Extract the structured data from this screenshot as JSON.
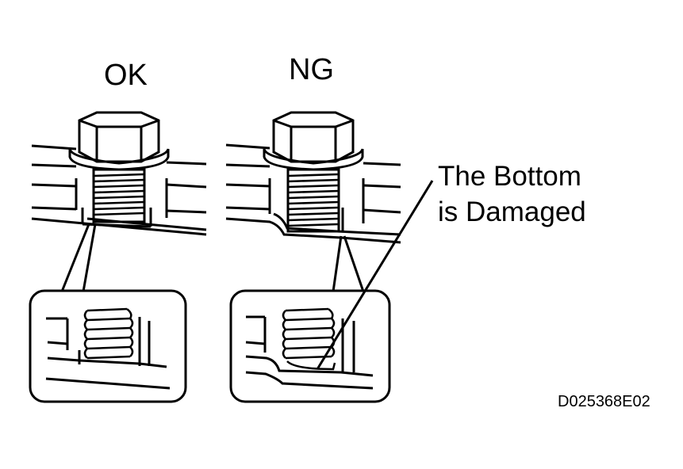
{
  "labels": {
    "ok": "OK",
    "ng": "NG",
    "damage_line1": "The Bottom",
    "damage_line2": "is Damaged",
    "figure_id": "D025368E02"
  }
}
